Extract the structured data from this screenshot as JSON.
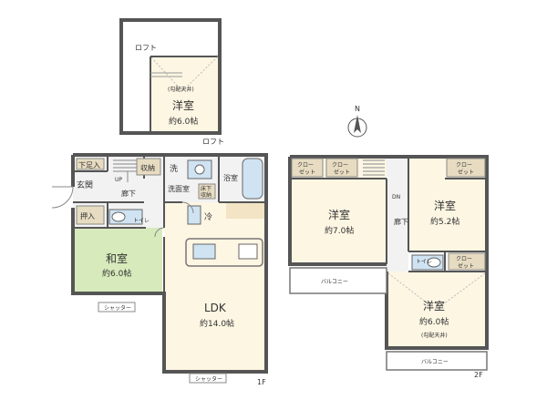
{
  "colors": {
    "wall": "#555555",
    "floor_wood": "#fdf6e3",
    "floor_wood_dark": "#f2e4c4",
    "tatami": "#d7eabb",
    "tile": "#f2f2f2",
    "closet": "#e7dcc1",
    "fixture": "#cfe3f2",
    "line": "#666666"
  },
  "compass": {
    "label": "N"
  },
  "loft_level": {
    "loft_top": "ロフト",
    "loft_bottom": "ロフト",
    "room": {
      "ceiling_note": "(勾配天井)",
      "name": "洋室",
      "area": "約6.0帖"
    }
  },
  "floor1": {
    "label": "1F",
    "ldk": {
      "name": "LDK",
      "area": "約14.0帖"
    },
    "washitsu": {
      "name": "和室",
      "area": "約6.0帖"
    },
    "genkan": "玄関",
    "shitaashi": "下足入",
    "up": "UP",
    "shuno": "収納",
    "roka": "廊下",
    "oshiire": "押入",
    "toilet": "トイレ",
    "sen": "洗",
    "senmenshitsu": "洗面室",
    "yokushitsu": "浴室",
    "rei": "冷",
    "yukashita": [
      "床下",
      "収納"
    ],
    "shutter_left": "シャッター",
    "shutter_bottom": "シャッター"
  },
  "floor2": {
    "label": "2F",
    "room_a": {
      "name": "洋室",
      "area": "約7.0帖"
    },
    "room_b": {
      "name": "洋室",
      "area": "約5.2帖"
    },
    "room_c": {
      "name": "洋室",
      "area": "約6.0帖",
      "ceiling_note": "(勾配天井)"
    },
    "closets": [
      [
        "クロー",
        "ゼット"
      ],
      [
        "クロー",
        "ゼット"
      ],
      [
        "クロー",
        "ゼット"
      ],
      [
        "クロー",
        "ゼット"
      ]
    ],
    "dn": "DN",
    "roka": "廊下",
    "toilet": "トイレ",
    "balcony_top": "バルコニー",
    "balcony_bottom": "バルコニー"
  }
}
